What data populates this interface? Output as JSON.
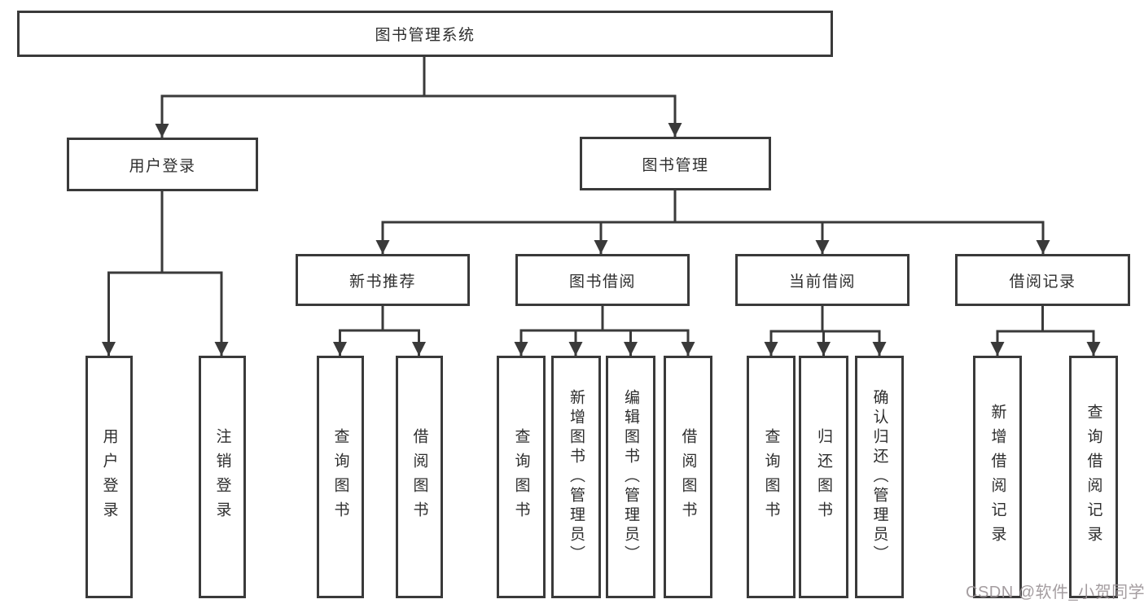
{
  "diagram": {
    "root": "图书管理系统",
    "user_login": {
      "label": "用户登录",
      "children": [
        {
          "label": "用户登录"
        },
        {
          "label": "注销登录"
        }
      ]
    },
    "book_management": {
      "label": "图书管理",
      "sections": [
        {
          "label": "新书推荐",
          "children": [
            {
              "label": "查询图书"
            },
            {
              "label": "借阅图书"
            }
          ]
        },
        {
          "label": "图书借阅",
          "children": [
            {
              "label": "查询图书"
            },
            {
              "label": "新增图书（管理员）"
            },
            {
              "label": "编辑图书（管理员）"
            },
            {
              "label": "借阅图书"
            }
          ]
        },
        {
          "label": "当前借阅",
          "children": [
            {
              "label": "查询图书"
            },
            {
              "label": "归还图书"
            },
            {
              "label": "确认归还（管理员）"
            }
          ]
        },
        {
          "label": "借阅记录",
          "children": [
            {
              "label": "新增借阅记录"
            },
            {
              "label": "查询借阅记录"
            }
          ]
        }
      ]
    }
  },
  "watermark": "CSDN @软件_小贺同学",
  "colors": {
    "line": "#3a3a3a",
    "text": "#2e2e2e",
    "watermark": "#9b9396",
    "background": "#ffffff"
  }
}
